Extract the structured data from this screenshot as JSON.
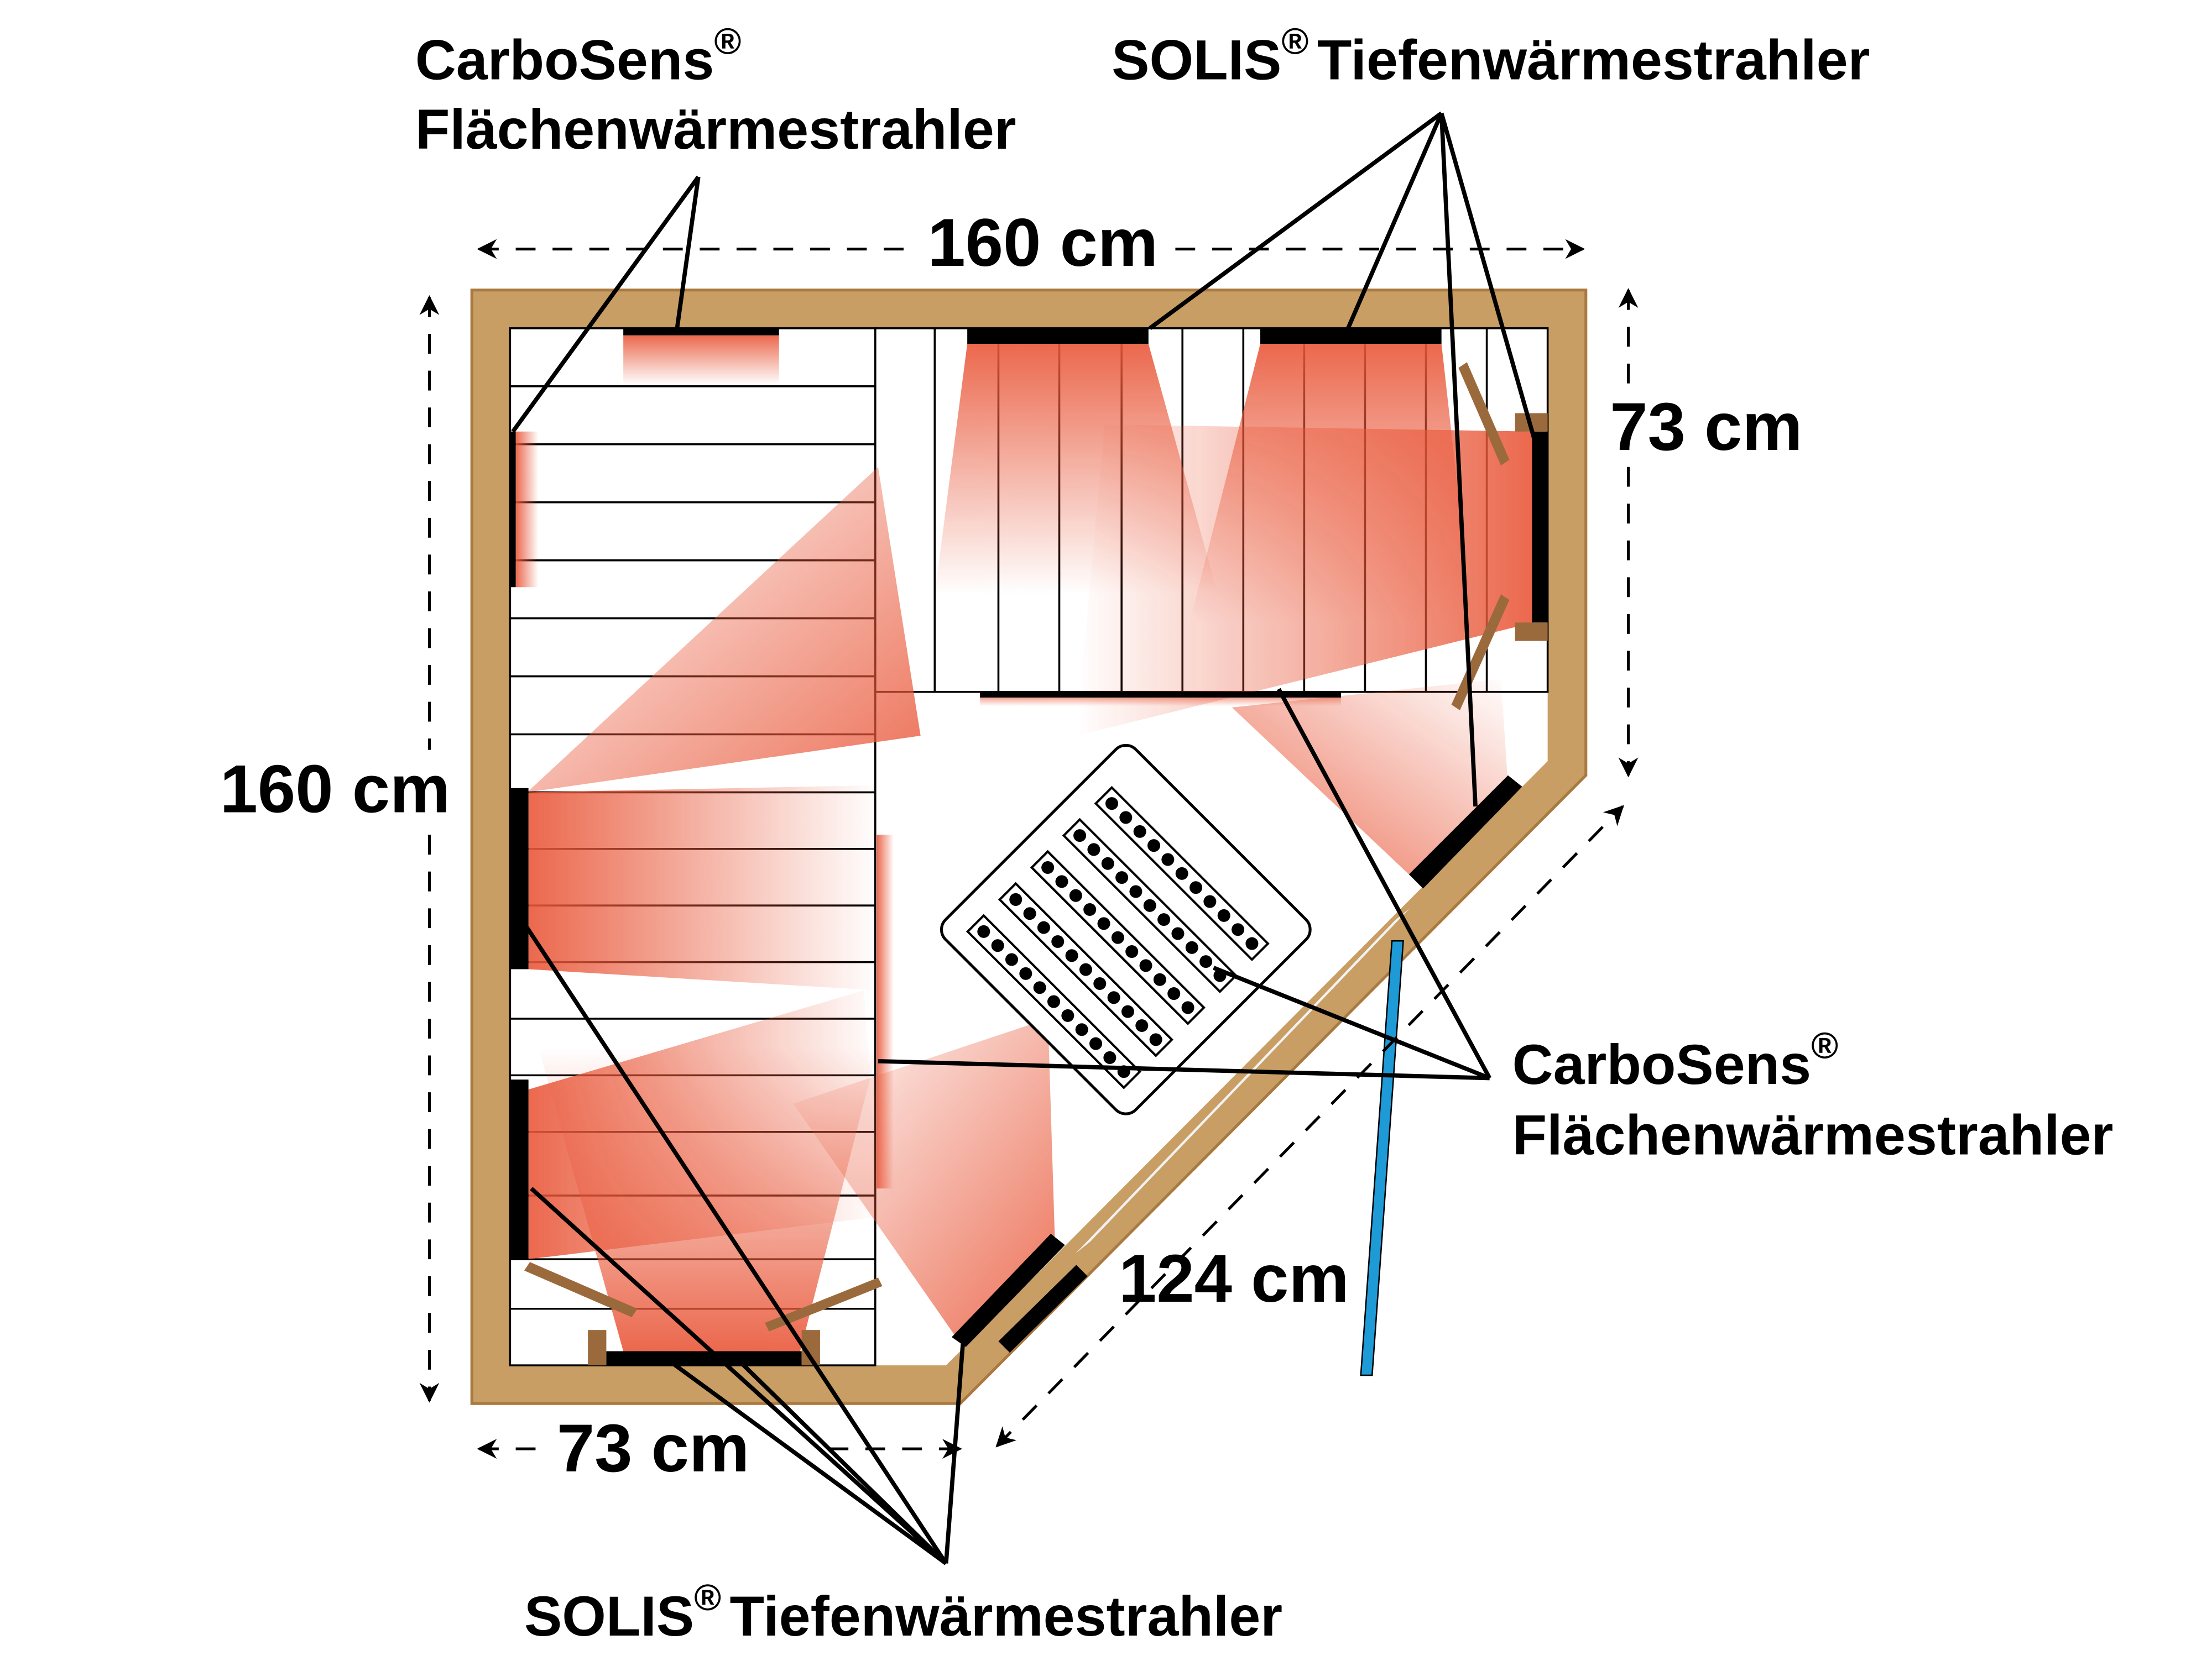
{
  "diagram": {
    "title": "Infrared sauna corner cabin floor plan",
    "colors": {
      "wood": "#C89E64",
      "wood_edge": "#A9793F",
      "heater": "#000000",
      "heat_glow": "#E9583A",
      "bench_line": "#000000",
      "glass": "#F2F2F2",
      "door_handle": "#1E9AD6",
      "backrest": "#9B6A3C"
    },
    "labels": {
      "carbosens_top": {
        "brand": "CarboSens",
        "reg": "®",
        "type": "Flächenwärmestrahler"
      },
      "solis_top": {
        "brand": "SOLIS",
        "reg": "®",
        "type": "Tiefenwärmestrahler"
      },
      "carbosens_right": {
        "brand": "CarboSens",
        "reg": "®",
        "type": "Flächenwärmestrahler"
      },
      "solis_bottom": {
        "brand": "SOLIS",
        "reg": "®",
        "type": "Tiefenwärmestrahler"
      }
    },
    "dimensions": {
      "top_width": "160 cm",
      "left_depth": "160 cm",
      "right_side": "73 cm",
      "bottom_side": "73 cm",
      "diagonal_front": "124 cm"
    },
    "control_panel": {
      "strips": 5,
      "dots_per_strip": 11
    }
  }
}
